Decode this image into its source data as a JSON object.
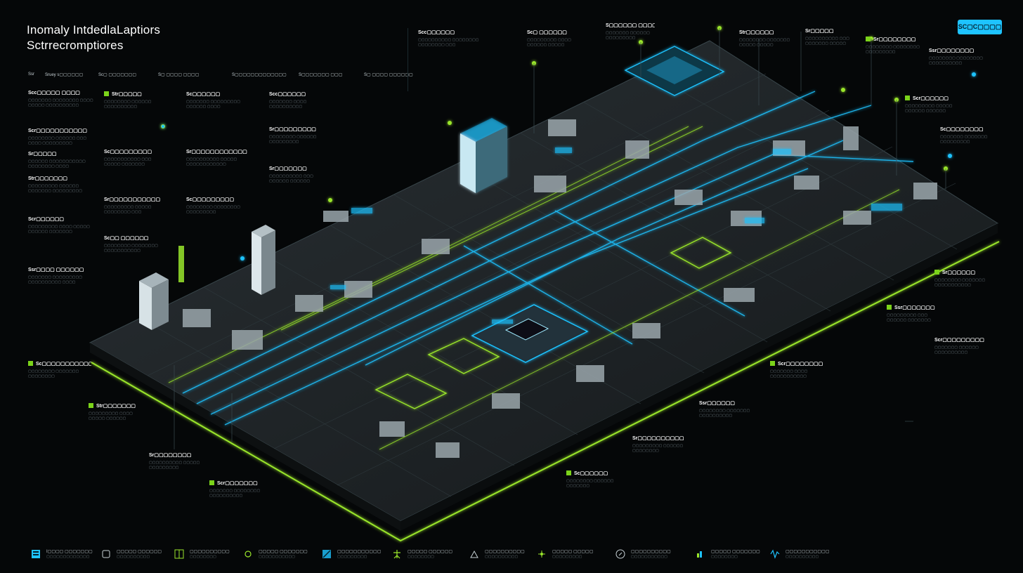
{
  "header": {
    "title_line1": "Inomaly IntdedlaLaptiors",
    "title_line2": "Sctrrecromptiores",
    "cta_label": "SC▢C▢▢▢▢"
  },
  "colors": {
    "background": "#050708",
    "accent_cyan": "#1ec3ff",
    "accent_green": "#9ae62b",
    "platform": "#1c2124"
  },
  "nav": [
    "Ssr",
    "Sruey s▢▢▢▢▢▢",
    "Sc▢ ▢▢▢▢▢▢▢",
    "S▢ ▢▢▢▢ ▢▢▢▢",
    "S▢▢▢▢▢▢▢▢▢▢▢▢▢",
    "S▢▢▢▢▢▢▢ ▢▢▢",
    "S▢ ▢▢▢▢ ▢▢▢▢▢▢"
  ],
  "panels_left": [
    {
      "title": "Scc▢▢▢▢▢ ▢▢▢▢",
      "lines": [
        "▢▢▢▢▢▢▢ ▢▢▢▢▢▢▢▢ ▢▢▢▢",
        "▢▢▢▢▢ ▢▢▢▢▢▢▢▢▢▢"
      ]
    },
    {
      "title": "Scr▢▢▢▢▢▢▢▢▢▢▢",
      "lines": [
        "▢▢▢▢▢▢▢▢ ▢▢▢▢▢▢ ▢▢▢",
        "▢▢▢▢ ▢▢▢▢▢▢▢▢▢"
      ]
    },
    {
      "title": "Sr▢▢▢▢▢",
      "lines": [
        "▢▢▢▢▢▢ ▢▢▢▢▢▢▢▢▢▢▢",
        "▢▢▢▢▢▢▢▢ ▢▢▢▢"
      ]
    },
    {
      "title": "Str▢▢▢▢▢▢▢",
      "lines": [
        "▢▢▢▢▢▢▢▢▢ ▢▢▢▢▢▢",
        "▢▢▢▢▢▢▢ ▢▢▢▢▢▢▢▢▢"
      ]
    },
    {
      "title": "Scr▢▢▢▢▢▢",
      "lines": [
        "▢▢▢▢▢▢▢▢▢ ▢▢▢▢ ▢▢▢▢▢",
        "▢▢▢▢▢▢ ▢▢▢▢▢▢▢"
      ]
    },
    {
      "title": "Ssr▢▢▢▢ ▢▢▢▢▢▢",
      "lines": [
        "▢▢▢▢▢▢▢ ▢▢▢▢▢▢▢▢▢",
        "▢▢▢▢▢▢▢▢▢▢ ▢▢▢▢"
      ]
    }
  ],
  "panels_col2": [
    {
      "title": "Str▢▢▢▢▢",
      "lines": [
        "▢▢▢▢▢▢▢▢ ▢▢▢▢▢▢",
        "▢▢▢▢▢▢▢▢▢▢"
      ]
    },
    {
      "title": "Sc▢▢▢▢▢▢▢▢▢",
      "lines": [
        "▢▢▢▢▢▢▢▢▢▢▢ ▢▢▢",
        "▢▢▢▢▢ ▢▢▢▢▢▢▢"
      ]
    },
    {
      "title": "Sr▢▢▢▢▢▢▢▢▢▢▢",
      "lines": [
        "▢▢▢▢▢▢▢▢▢ ▢▢▢▢▢",
        "▢▢▢▢▢▢▢▢ ▢▢▢"
      ]
    },
    {
      "title": "Sc▢▢ ▢▢▢▢▢▢",
      "lines": [
        "▢▢▢▢▢▢▢▢ ▢▢▢▢▢▢▢▢",
        "▢▢▢▢▢▢▢▢▢▢▢"
      ]
    }
  ],
  "panels_col3": [
    {
      "title": "Sc▢▢▢▢▢▢",
      "lines": [
        "▢▢▢▢▢▢▢ ▢▢▢▢▢▢▢▢▢",
        "▢▢▢▢▢▢ ▢▢▢▢"
      ]
    },
    {
      "title": "Sr▢▢▢▢▢▢▢▢▢▢▢▢",
      "lines": [
        "▢▢▢▢▢▢▢▢▢▢ ▢▢▢▢▢",
        "▢▢▢▢▢▢▢▢▢▢▢▢"
      ]
    },
    {
      "title": "Sc▢▢▢▢▢▢▢▢▢",
      "lines": [
        "▢▢▢▢▢▢▢▢ ▢▢▢▢▢▢▢▢",
        "▢▢▢▢▢▢▢▢▢"
      ]
    }
  ],
  "panels_col4": [
    {
      "title": "Scc▢▢▢▢▢▢",
      "lines": [
        "▢▢▢▢▢▢▢ ▢▢▢▢",
        "▢▢▢▢▢▢▢▢▢▢"
      ]
    },
    {
      "title": "Sr▢▢▢▢▢▢▢▢▢",
      "lines": [
        "▢▢▢▢▢▢▢▢ ▢▢▢▢▢▢",
        "▢▢▢▢▢▢▢▢▢"
      ]
    },
    {
      "title": "Sr▢▢▢▢▢▢▢",
      "lines": [
        "▢▢▢▢▢▢▢▢▢▢ ▢▢▢",
        "▢▢▢▢▢▢ ▢▢▢▢▢▢"
      ]
    }
  ],
  "panels_top": [
    {
      "title": "Scc▢▢▢▢▢▢",
      "lines": [
        "▢▢▢▢▢▢▢▢▢▢ ▢▢▢▢▢▢▢▢",
        "▢▢▢▢▢▢▢▢ ▢▢▢"
      ]
    },
    {
      "title": "Sc▢ ▢▢▢▢▢▢",
      "lines": [
        "▢▢▢▢▢▢▢▢▢ ▢▢▢▢",
        "▢▢▢▢▢▢ ▢▢▢▢▢"
      ]
    },
    {
      "title": "S▢▢▢▢▢▢ ▢▢▢▢▢▢",
      "lines": [
        "▢▢▢▢▢▢▢ ▢▢▢▢▢▢",
        "▢▢▢▢▢▢▢▢▢"
      ]
    },
    {
      "title": "Str▢▢▢▢▢▢",
      "lines": [
        "▢▢▢▢▢▢▢▢ ▢▢▢▢▢▢▢",
        "▢▢▢▢▢ ▢▢▢▢▢"
      ]
    },
    {
      "title": "Sr▢▢▢▢▢",
      "lines": [
        "▢▢▢▢▢▢▢▢▢▢ ▢▢▢",
        "▢▢▢▢▢▢▢ ▢▢▢▢▢"
      ]
    },
    {
      "title": "Sr▢▢▢▢▢▢▢▢",
      "lines": [
        "▢▢▢▢▢▢▢▢ ▢▢▢▢▢▢▢▢",
        "▢▢▢▢▢▢▢▢▢"
      ]
    }
  ],
  "panels_right": [
    {
      "title": "Ssr▢▢▢▢▢▢▢▢",
      "lines": [
        "▢▢▢▢▢▢▢▢ ▢▢▢▢▢▢▢▢",
        "▢▢▢▢▢▢▢▢▢▢"
      ]
    },
    {
      "title": "Scr▢▢▢▢▢▢",
      "lines": [
        "▢▢▢▢▢▢▢▢▢ ▢▢▢▢▢",
        "▢▢▢▢▢▢ ▢▢▢▢▢▢"
      ]
    },
    {
      "title": "Sc▢▢▢▢▢▢▢▢",
      "lines": [
        "▢▢▢▢▢▢▢ ▢▢▢▢▢▢▢",
        "▢▢▢▢▢▢▢▢▢"
      ]
    },
    {
      "title": "Sr▢▢▢▢▢▢",
      "lines": [
        "▢▢▢▢▢▢▢▢ ▢▢▢▢▢▢▢",
        "▢▢▢▢▢▢▢▢▢▢▢"
      ]
    },
    {
      "title": "Ssr▢▢▢▢▢▢▢",
      "lines": [
        "▢▢▢▢▢▢▢▢▢ ▢▢▢",
        "▢▢▢▢▢▢ ▢▢▢▢▢▢▢"
      ]
    },
    {
      "title": "Scr▢▢▢▢▢▢▢▢▢",
      "lines": [
        "▢▢▢▢▢▢▢ ▢▢▢▢▢▢",
        "▢▢▢▢▢▢▢▢▢▢"
      ]
    }
  ],
  "panels_bottom": [
    {
      "title": "Sc▢▢▢▢▢▢▢▢▢▢▢",
      "lines": [
        "▢▢▢▢▢▢▢▢ ▢▢▢▢▢▢▢",
        "▢▢▢▢▢▢▢▢"
      ]
    },
    {
      "title": "Str▢▢▢▢▢▢▢",
      "lines": [
        "▢▢▢▢▢▢▢▢▢ ▢▢▢▢",
        "▢▢▢▢▢ ▢▢▢▢▢▢"
      ]
    },
    {
      "title": "Sr▢▢▢▢▢▢▢▢",
      "lines": [
        "▢▢▢▢▢▢▢▢▢▢ ▢▢▢▢▢",
        "▢▢▢▢▢▢▢▢▢"
      ]
    },
    {
      "title": "Scr▢▢▢▢▢▢▢",
      "lines": [
        "▢▢▢▢▢▢▢ ▢▢▢▢▢▢▢▢",
        "▢▢▢▢▢▢▢▢▢▢"
      ]
    },
    {
      "title": "Sc▢▢▢▢▢▢",
      "lines": [
        "▢▢▢▢▢▢▢▢ ▢▢▢▢▢▢",
        "▢▢▢▢▢▢▢"
      ]
    },
    {
      "title": "Sr▢▢▢▢▢▢▢▢▢▢",
      "lines": [
        "▢▢▢▢▢▢▢▢▢ ▢▢▢▢▢▢",
        "▢▢▢▢▢▢▢▢"
      ]
    },
    {
      "title": "Ssr▢▢▢▢▢▢",
      "lines": [
        "▢▢▢▢▢▢▢▢ ▢▢▢▢▢▢▢",
        "▢▢▢▢▢▢▢▢▢▢"
      ]
    },
    {
      "title": "Scr▢▢▢▢▢▢▢▢",
      "lines": [
        "▢▢▢▢▢▢▢ ▢▢▢▢",
        "▢▢▢▢▢▢▢▢▢▢▢"
      ]
    }
  ],
  "legend": [
    {
      "icon": "server-icon",
      "title": "I▢▢▢▢ ▢▢▢▢▢▢▢",
      "sub": "▢▢▢▢▢▢▢▢▢▢▢▢▢"
    },
    {
      "icon": "chip-icon",
      "title": "▢▢▢▢▢ ▢▢▢▢▢▢",
      "sub": "▢▢▢▢▢▢▢▢▢▢"
    },
    {
      "icon": "grid-icon",
      "title": "▢▢▢▢▢▢▢▢▢▢",
      "sub": "▢▢▢▢▢▢▢▢"
    },
    {
      "icon": "node-icon",
      "title": "▢▢▢▢▢ ▢▢▢▢▢▢▢",
      "sub": "▢▢▢▢▢▢▢▢▢▢▢"
    },
    {
      "icon": "network-icon",
      "title": "▢▢▢▢▢▢▢▢▢▢▢",
      "sub": "▢▢▢▢▢▢▢▢▢"
    },
    {
      "icon": "robot-icon",
      "title": "▢▢▢▢▢ ▢▢▢▢▢▢",
      "sub": "▢▢▢▢▢▢▢▢"
    },
    {
      "icon": "sensor-icon",
      "title": "▢▢▢▢▢▢▢▢▢▢",
      "sub": "▢▢▢▢▢▢▢▢▢▢"
    },
    {
      "icon": "signal-icon",
      "title": "▢▢▢▢▢ ▢▢▢▢▢",
      "sub": "▢▢▢▢▢▢▢▢▢"
    },
    {
      "icon": "compass-icon",
      "title": "▢▢▢▢▢▢▢▢▢▢",
      "sub": "▢▢▢▢▢▢▢▢▢▢▢"
    },
    {
      "icon": "analytics-icon",
      "title": "▢▢▢▢▢ ▢▢▢▢▢▢▢",
      "sub": "▢▢▢▢▢▢▢▢"
    },
    {
      "icon": "waveform-icon",
      "title": "▢▢▢▢▢▢▢▢▢▢▢",
      "sub": "▢▢▢▢▢▢▢▢▢▢"
    }
  ]
}
